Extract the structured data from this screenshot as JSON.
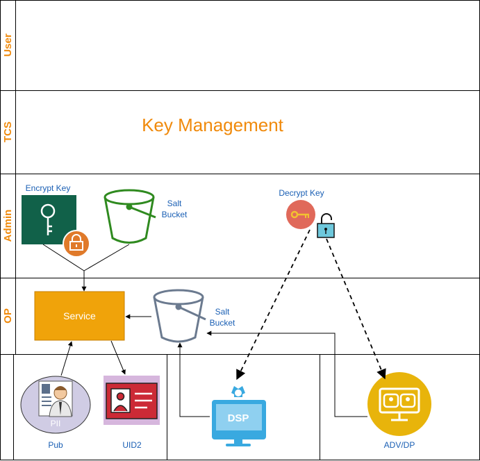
{
  "lanes": {
    "user": "User",
    "tcs": "TCS",
    "admin": "Admin",
    "op": "OP"
  },
  "tcs_title": "Key Management",
  "admin": {
    "encrypt_key_label": "Encrypt Key",
    "salt_bucket_line1": "Salt",
    "salt_bucket_line2": "Bucket",
    "decrypt_key_label": "Decrypt Key"
  },
  "op": {
    "service_label": "Service",
    "salt_bucket_line1": "Salt",
    "salt_bucket_line2": "Bucket"
  },
  "participants": {
    "pii_label": "PII",
    "pub_label": "Pub",
    "uid2_label": "UID2",
    "dsp_label": "DSP",
    "advdp_label": "ADV/DP"
  },
  "colors": {
    "lane_label": "#f08a0c",
    "service_fill": "#f0a30a",
    "encrypt_key_fill": "#116149",
    "salt_bucket_green": "#2f8a1f",
    "salt_bucket_gray": "#6b7a8f",
    "decrypt_key_fill": "#e0695a",
    "dsp_blue": "#39a9e0",
    "advdp_yellow": "#e8b40b",
    "uid2_red": "#cc2a36"
  }
}
